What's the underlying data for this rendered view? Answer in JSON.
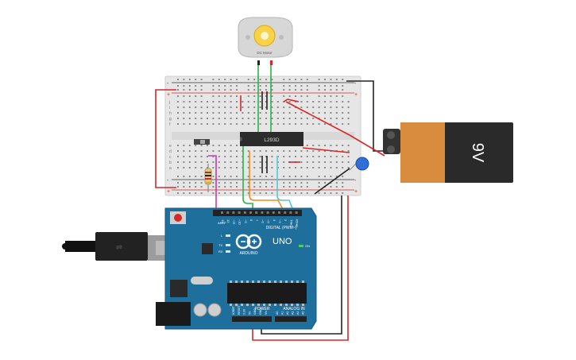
{
  "motor": {
    "label": "DC Motor"
  },
  "breadboard": {
    "rail_plus": "+",
    "rail_minus": "-",
    "rows_top": [
      "j",
      "i",
      "h",
      "g",
      "f"
    ],
    "rows_bottom": [
      "e",
      "d",
      "c",
      "b",
      "a"
    ]
  },
  "ic": {
    "label": "L293D"
  },
  "battery": {
    "label": "9V"
  },
  "arduino": {
    "brand": "ARDUINO",
    "model": "UNO",
    "digital_label": "DIGITAL (PWM~)",
    "power_label": "POWER",
    "analog_label": "ANALOG IN",
    "on_label": "ON",
    "l_label": "L",
    "tx_label": "TX",
    "rx_label": "RX",
    "aref_label": "AREF",
    "gnd_label": "GND",
    "digital_pins": [
      "13",
      "12",
      "~11",
      "~10",
      "~9",
      "8",
      "7",
      "~6",
      "~5",
      "4",
      "~3",
      "2",
      "TX▸1",
      "RX◂0"
    ],
    "power_pins": [
      "IOREF",
      "RESET",
      "3.3V",
      "5V",
      "GND",
      "GND",
      "Vin"
    ],
    "analog_pins": [
      "A0",
      "A1",
      "A2",
      "A3",
      "A4",
      "A5"
    ]
  },
  "colors": {
    "breadboard": "#e6e6e6",
    "arduino": "#1f6f9c",
    "battery_orange": "#d98c3d",
    "battery_black": "#2a2a2a",
    "wire_red": "#d62828",
    "wire_black": "#222222",
    "wire_green": "#2bb34a",
    "wire_orange": "#f08a1c",
    "wire_cyan": "#55c6d6",
    "wire_magenta": "#c83ab5",
    "capacitor": "#2f6fd6"
  }
}
